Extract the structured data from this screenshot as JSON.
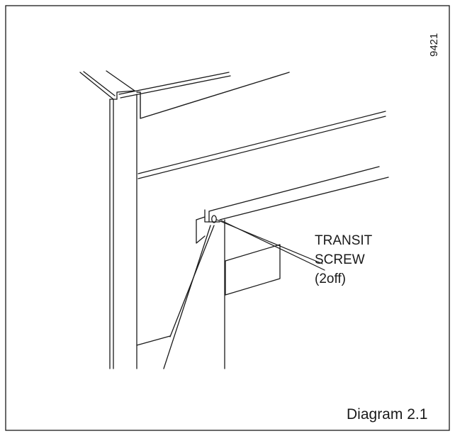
{
  "figure": {
    "reference_number": "9421",
    "caption": "Diagram 2.1"
  },
  "callout": {
    "lines": [
      "TRANSIT",
      "SCREW",
      "(2off)"
    ]
  }
}
